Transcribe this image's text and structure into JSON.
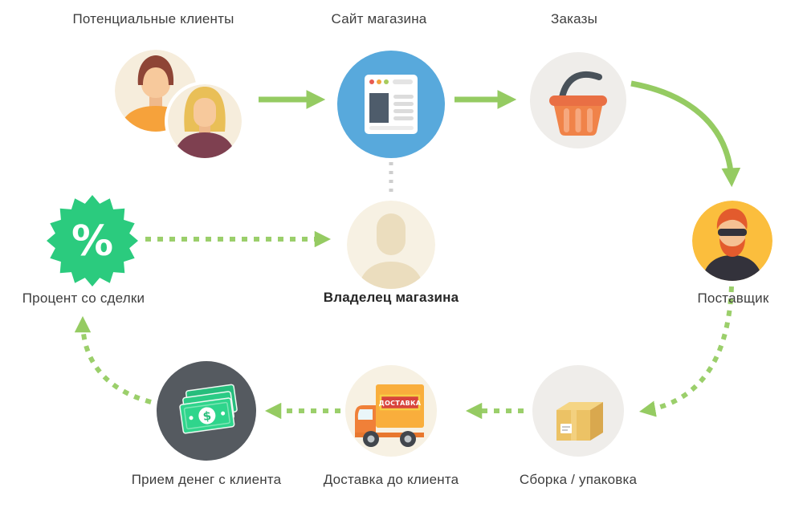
{
  "nodes": {
    "clients": {
      "label": "Потенциальные клиенты"
    },
    "site": {
      "label": "Сайт магазина"
    },
    "orders": {
      "label": "Заказы"
    },
    "supplier": {
      "label": "Поставщик"
    },
    "percent": {
      "label": "Процент со сделки",
      "symbol": "%"
    },
    "owner": {
      "label": "Владелец магазина"
    },
    "payment": {
      "label": "Прием денег с клиента",
      "currency_symbol": "$"
    },
    "delivery": {
      "label": "Доставка до клиента",
      "truck_sign": "ДОСТАВКА"
    },
    "packing": {
      "label": "Сборка / упаковка"
    }
  },
  "edges": [
    {
      "from": "clients",
      "to": "site",
      "style": "solid"
    },
    {
      "from": "site",
      "to": "orders",
      "style": "solid"
    },
    {
      "from": "orders",
      "to": "supplier",
      "style": "solid"
    },
    {
      "from": "site",
      "to": "owner",
      "style": "dotted-gray"
    },
    {
      "from": "percent",
      "to": "owner",
      "style": "dashed"
    },
    {
      "from": "supplier",
      "to": "packing",
      "style": "dashed"
    },
    {
      "from": "packing",
      "to": "delivery",
      "style": "dashed"
    },
    {
      "from": "delivery",
      "to": "payment",
      "style": "dashed"
    },
    {
      "from": "payment",
      "to": "percent",
      "style": "dashed"
    }
  ],
  "palette": {
    "arrow_green": "#95CB62",
    "connector_gray": "#CECECE",
    "site_blue": "#58A9DC",
    "supplier_yellow": "#FBBE3D",
    "money_circle_dark": "#555A60",
    "bill_green": "#2FD58C",
    "percent_green": "#2BCB7E",
    "basket_orange": "#F08349",
    "box_tan": "#ECC265",
    "truck_orange": "#F9AE3C",
    "sign_red": "#D8443C",
    "neutral_circle": "#EFEDEA",
    "cream_circle": "#F7F1E3",
    "avatar_beige": "#F6EDDC"
  }
}
